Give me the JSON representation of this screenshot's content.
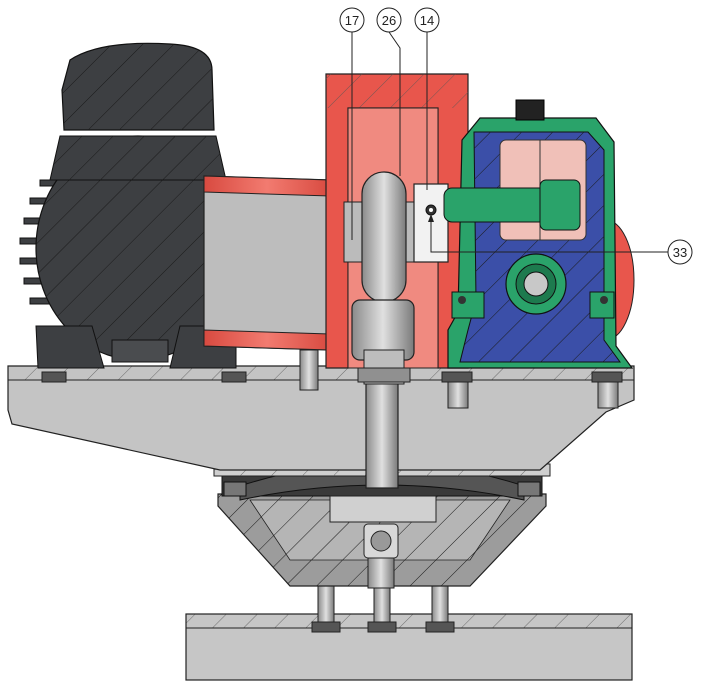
{
  "callouts": [
    {
      "id": "17",
      "label": "17"
    },
    {
      "id": "26",
      "label": "26"
    },
    {
      "id": "14",
      "label": "14"
    },
    {
      "id": "33",
      "label": "33"
    }
  ],
  "colors": {
    "motor": "#3d3f42",
    "frame_red": "#e8564c",
    "frame_red_light": "#f08a80",
    "gearbox_blue": "#3b4fa8",
    "gearbox_green": "#2aa36a",
    "steel_grey": "#b8b8b8",
    "dark_steel": "#6a6a6a",
    "base_grey": "#c9c9c9",
    "outline": "#222222"
  }
}
